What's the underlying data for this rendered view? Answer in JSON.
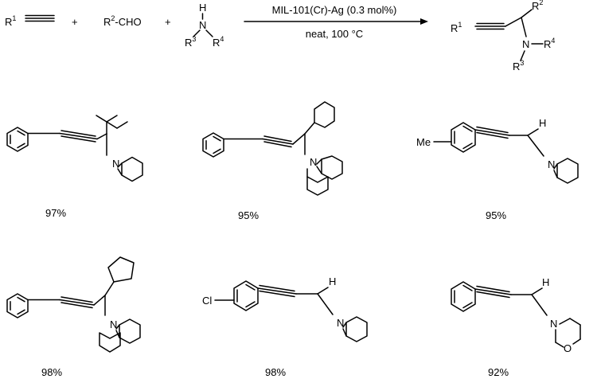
{
  "reaction": {
    "r1_label": "R",
    "r1_sup": "1",
    "plus": "+",
    "aldehyde_r": "R",
    "aldehyde_sup": "2",
    "aldehyde_group": "-CHO",
    "amine_h": "H",
    "amine_n": "N",
    "amine_r3": "R",
    "amine_r3_sup": "3",
    "amine_r4": "R",
    "amine_r4_sup": "4",
    "catalyst": "MIL-101(Cr)-Ag (0.3 mol%)",
    "conditions": "neat, 100 °C",
    "product_r1": "R",
    "product_r1_sup": "1",
    "product_r2": "R",
    "product_r2_sup": "2",
    "product_n": "N",
    "product_r4": "R",
    "product_r4_sup": "4",
    "product_r3": "R",
    "product_r3_sup": "3"
  },
  "products": [
    {
      "yield": "97%",
      "n_label": "N"
    },
    {
      "yield": "95%",
      "n_label": "N"
    },
    {
      "yield": "95%",
      "n_label": "N",
      "substituent": "Me",
      "h_label": "H"
    },
    {
      "yield": "98%",
      "n_label": "N"
    },
    {
      "yield": "98%",
      "n_label": "N",
      "substituent": "Cl",
      "h_label": "H"
    },
    {
      "yield": "92%",
      "n_label": "N",
      "o_label": "O",
      "h_label": "H"
    }
  ]
}
